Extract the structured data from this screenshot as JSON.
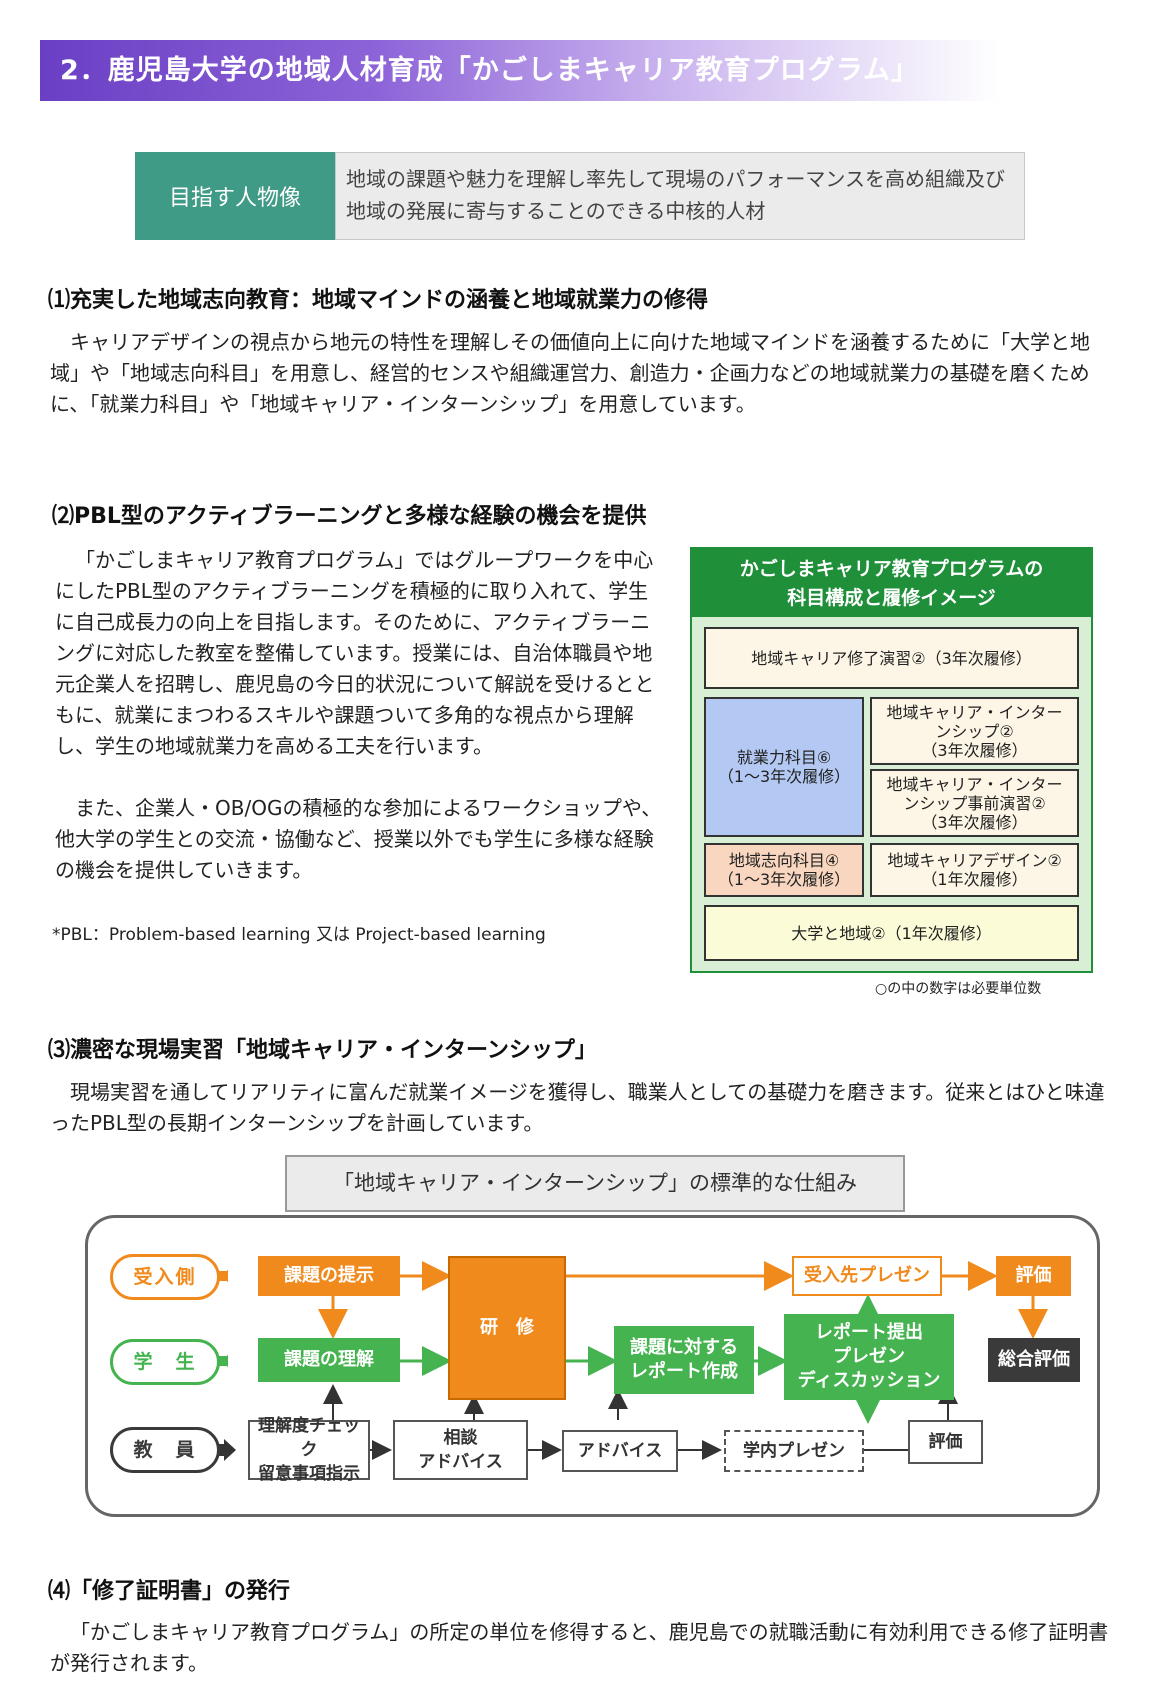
{
  "banner": {
    "title": "2．鹿児島大学の地域人材育成「かごしまキャリア教育プログラム」"
  },
  "target": {
    "label": "目指す人物像",
    "text": "地域の課題や魅力を理解し率先して現場のパフォーマンスを高め組織及び地域の発展に寄与することのできる中核的人材"
  },
  "section1": {
    "title": "⑴充実した地域志向教育：地域マインドの涵養と地域就業力の修得",
    "body": "キャリアデザインの視点から地元の特性を理解しその価値向上に向けた地域マインドを涵養するために「大学と地域」や「地域志向科目」を用意し、経営的センスや組織運営力、創造力・企画力などの地域就業力の基礎を磨くために、「就業力科目」や「地域キャリア・インターンシップ」を用意しています。"
  },
  "section2": {
    "title": "⑵PBL型のアクティブラーニングと多様な経験の機会を提供",
    "body1": "「かごしまキャリア教育プログラム」ではグループワークを中心にしたPBL型のアクティブラーニングを積極的に取り入れて、学生に自己成長力の向上を目指します。そのために、アクティブラーニングに対応した教室を整備しています。授業には、自治体職員や地元企業人を招聘し、鹿児島の今日的状況について解説を受けるとともに、就業にまつわるスキルや課題ついて多角的な視点から理解し、学生の地域就業力を高める工夫を行います。",
    "body2": "また、企業人・OB/OGの積極的な参加によるワークショップや、他大学の学生との交流・協働など、授業以外でも学生に多様な経験の機会を提供していきます。",
    "note": "*PBL：Problem-based learning 又は Project-based learning"
  },
  "program": {
    "title1": "かごしまキャリア教育プログラムの",
    "title2": "科目構成と履修イメージ",
    "box_top": "地域キャリア修了演習②（3年次履修）",
    "box_shugyo1": "就業力科目⑥",
    "box_shugyo2": "（1～3年次履修）",
    "box_intern1": "地域キャリア・インター",
    "box_intern2": "ンシップ②",
    "box_intern3": "（3年次履修）",
    "box_pre1": "地域キャリア・インター",
    "box_pre2": "ンシップ事前演習②",
    "box_pre3": "（3年次履修）",
    "box_chiiki1": "地域志向科目④",
    "box_chiiki2": "（1～3年次履修）",
    "box_design1": "地域キャリアデザイン②",
    "box_design2": "（1年次履修）",
    "box_bottom": "大学と地域②（1年次履修）",
    "note": "○の中の数字は必要単位数",
    "colors": {
      "header": "#1f8f3a",
      "bg": "#d8efd6",
      "cream": "#fdf6e6",
      "blue": "#b3c8f2",
      "peach": "#f8d6bf",
      "yellow": "#fbfbd8"
    }
  },
  "section3": {
    "title": "⑶濃密な現場実習「地域キャリア・インターンシップ」",
    "body": "現場実習を通してリアリティに富んだ就業イメージを獲得し、職業人としての基礎力を磨きます。従来とはひと味違ったPBL型の長期インターンシップを計画しています。"
  },
  "flow": {
    "title": "「地域キャリア・インターンシップ」の標準的な仕組み",
    "actor_host": "受入側",
    "actor_student": "学　生",
    "actor_teacher": "教　員",
    "n_present_issue": "課題の提示",
    "n_understand": "課題の理解",
    "n_training": "研　修",
    "n_report1": "課題に対する",
    "n_report2": "レポート作成",
    "n_host_present": "受入先プレゼン",
    "n_submit1": "レポート提出",
    "n_submit2": "プレゼン",
    "n_submit3": "ディスカッション",
    "n_eval_top": "評価",
    "n_total": "総合評価",
    "n_check1": "理解度チェック",
    "n_check2": "留意事項指示",
    "n_consult1": "相談",
    "n_consult2": "アドバイス",
    "n_advice": "アドバイス",
    "n_campus": "学内プレゼン",
    "n_eval_bottom": "評価",
    "colors": {
      "orange": "#f08a1c",
      "green": "#45b34f",
      "dark": "#3a3a3a"
    }
  },
  "section4": {
    "title": "⑷「修了証明書」の発行",
    "body": "「かごしまキャリア教育プログラム」の所定の単位を修得すると、鹿児島での就職活動に有効利用できる修了証明書が発行されます。"
  }
}
